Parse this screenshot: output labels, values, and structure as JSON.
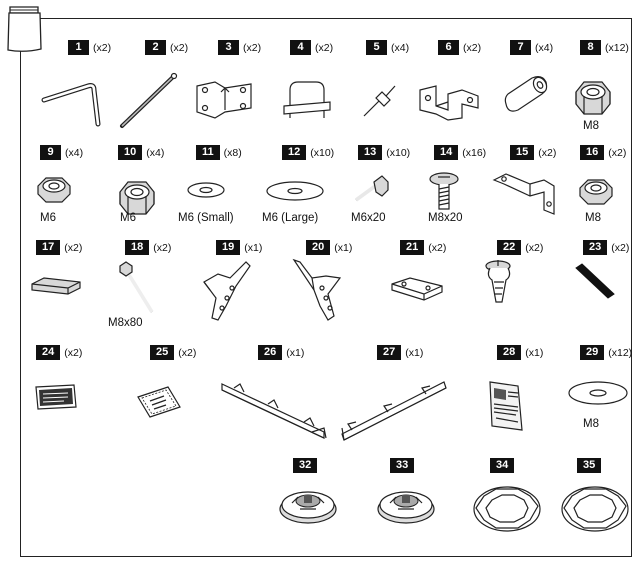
{
  "parts": [
    {
      "n": "1",
      "qty": "(x2)",
      "label": ""
    },
    {
      "n": "2",
      "qty": "(x2)",
      "label": ""
    },
    {
      "n": "3",
      "qty": "(x2)",
      "label": ""
    },
    {
      "n": "4",
      "qty": "(x2)",
      "label": ""
    },
    {
      "n": "5",
      "qty": "(x4)",
      "label": ""
    },
    {
      "n": "6",
      "qty": "(x2)",
      "label": ""
    },
    {
      "n": "7",
      "qty": "(x4)",
      "label": ""
    },
    {
      "n": "8",
      "qty": "(x12)",
      "label": "M8"
    },
    {
      "n": "9",
      "qty": "(x4)",
      "label": "M6"
    },
    {
      "n": "10",
      "qty": "(x4)",
      "label": "M6"
    },
    {
      "n": "11",
      "qty": "(x8)",
      "label": "M6 (Small)"
    },
    {
      "n": "12",
      "qty": "(x10)",
      "label": "M6 (Large)"
    },
    {
      "n": "13",
      "qty": "(x10)",
      "label": "M6x20"
    },
    {
      "n": "14",
      "qty": "(x16)",
      "label": "M8x20"
    },
    {
      "n": "15",
      "qty": "(x2)",
      "label": ""
    },
    {
      "n": "16",
      "qty": "(x2)",
      "label": "M8"
    },
    {
      "n": "17",
      "qty": "(x2)",
      "label": ""
    },
    {
      "n": "18",
      "qty": "(x2)",
      "label": "M8x80"
    },
    {
      "n": "19",
      "qty": "(x1)",
      "label": ""
    },
    {
      "n": "20",
      "qty": "(x1)",
      "label": ""
    },
    {
      "n": "21",
      "qty": "(x2)",
      "label": ""
    },
    {
      "n": "22",
      "qty": "(x2)",
      "label": ""
    },
    {
      "n": "23",
      "qty": "(x2)",
      "label": ""
    },
    {
      "n": "24",
      "qty": "(x2)",
      "label": ""
    },
    {
      "n": "25",
      "qty": "(x2)",
      "label": ""
    },
    {
      "n": "26",
      "qty": "(x1)",
      "label": ""
    },
    {
      "n": "27",
      "qty": "(x1)",
      "label": ""
    },
    {
      "n": "28",
      "qty": "(x1)",
      "label": ""
    },
    {
      "n": "29",
      "qty": "(x12)",
      "label": "M8"
    },
    {
      "n": "32",
      "qty": "",
      "label": ""
    },
    {
      "n": "33",
      "qty": "",
      "label": ""
    },
    {
      "n": "34",
      "qty": "",
      "label": ""
    },
    {
      "n": "35",
      "qty": "",
      "label": ""
    }
  ],
  "icons": [
    "allen-key",
    "long-rod",
    "hinge-plate",
    "u-bolt",
    "rivet",
    "angle-bracket",
    "spacer",
    "nylon-lock-nut",
    "hex-nut",
    "nylon-lock-nut",
    "small-washer",
    "large-washer",
    "hex-bolt",
    "button-head-bolt",
    "corner-bracket",
    "hex-nut",
    "rubber-pad",
    "long-bolt",
    "left-bracket",
    "right-bracket",
    "flat-plate",
    "push-rivet",
    "rubber-strip",
    "label-sticker",
    "wipe-sachet",
    "left-rail",
    "right-rail",
    "manual",
    "washer",
    "round-base",
    "round-base",
    "ring-gasket",
    "ring-gasket"
  ]
}
